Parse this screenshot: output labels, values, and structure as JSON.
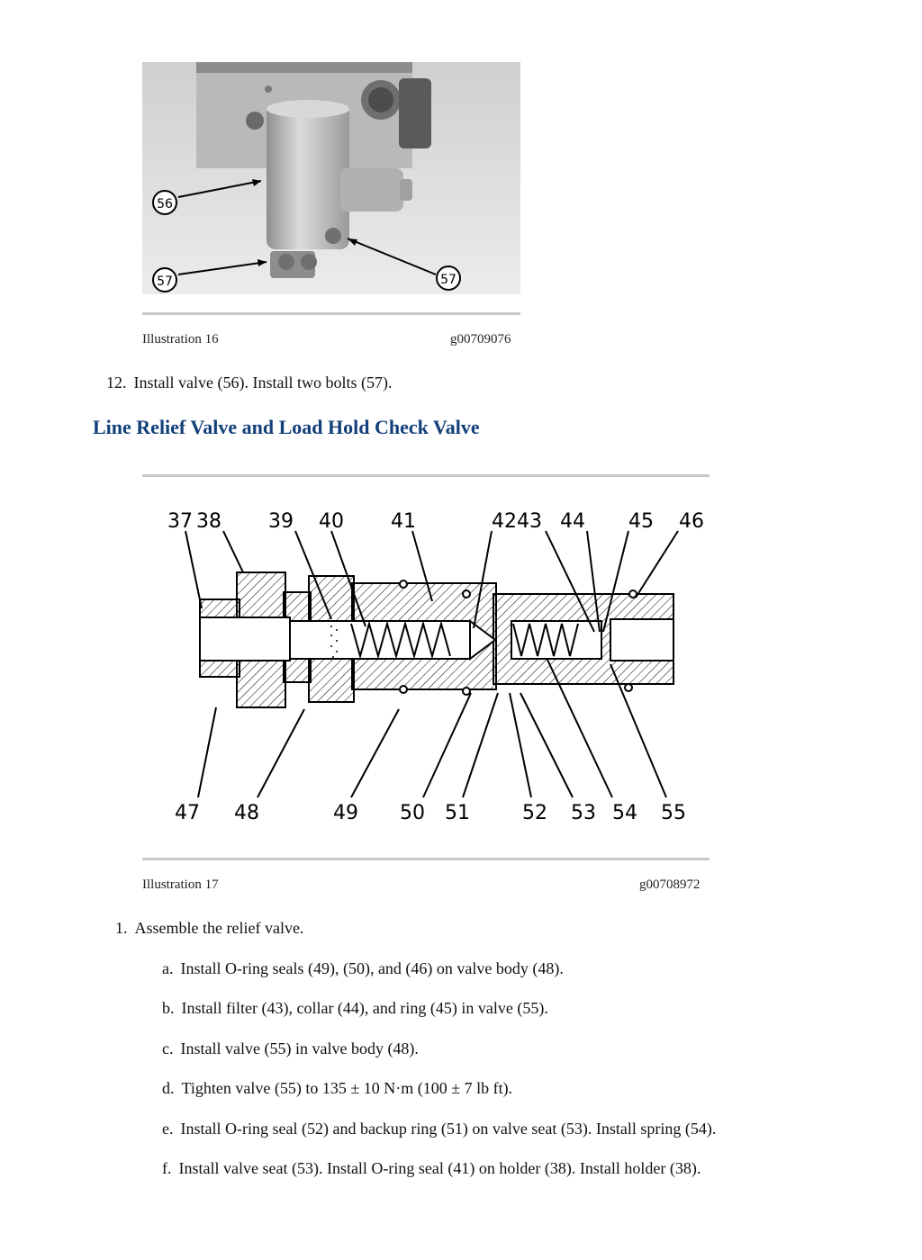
{
  "illustration16": {
    "callouts": [
      "56",
      "57",
      "57"
    ],
    "caption_label": "Illustration 16",
    "caption_code": "g00709076"
  },
  "step12": {
    "number": "12.",
    "text": "Install valve (56). Install two bolts (57)."
  },
  "section_heading": "Line Relief Valve and Load Hold Check Valve",
  "illustration17": {
    "top_callouts": [
      "37",
      "38",
      "39",
      "40",
      "41",
      "4243",
      "44",
      "45",
      "46"
    ],
    "bottom_callouts": [
      "47",
      "48",
      "49",
      "50",
      "51",
      "52",
      "53",
      "54",
      "55"
    ],
    "caption_label": "Illustration 17",
    "caption_code": "g00708972"
  },
  "step1": {
    "number": "1.",
    "text": "Assemble the relief valve.",
    "substeps": [
      {
        "letter": "a.",
        "text": "Install O-ring seals (49), (50), and (46) on valve body (48)."
      },
      {
        "letter": "b.",
        "text": "Install filter (43), collar (44), and ring (45) in valve (55)."
      },
      {
        "letter": "c.",
        "text": "Install valve (55) in valve body (48)."
      },
      {
        "letter": "d.",
        "text": "Tighten valve (55) to 135 ± 10 N·m (100 ± 7 lb ft)."
      },
      {
        "letter": "e.",
        "text": "Install O-ring seal (52) and backup ring (51) on valve seat (53). Install spring (54)."
      },
      {
        "letter": "f.",
        "text": "Install valve seat (53). Install O-ring seal (41) on holder (38). Install holder (38)."
      }
    ]
  }
}
